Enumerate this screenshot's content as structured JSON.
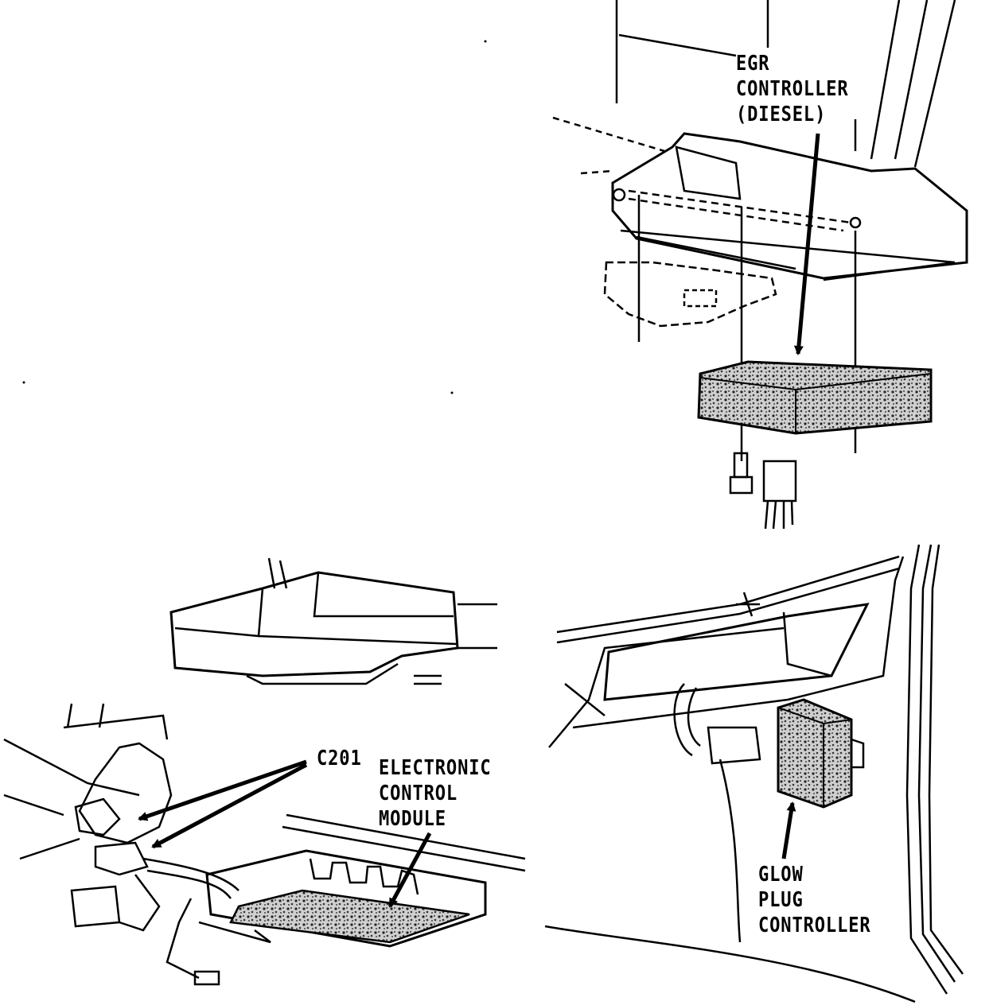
{
  "labels": {
    "egr_controller": [
      "EGR",
      "CONTROLLER",
      "(DIESEL)"
    ],
    "c201": "C201",
    "ecm": [
      "ELECTRONIC",
      "CONTROL",
      "MODULE"
    ],
    "glow_plug": [
      "GLOW",
      "PLUG",
      "CONTROLLER"
    ]
  },
  "colors": {
    "ink": "#000000",
    "paper": "#ffffff",
    "speckle": "#555555"
  }
}
